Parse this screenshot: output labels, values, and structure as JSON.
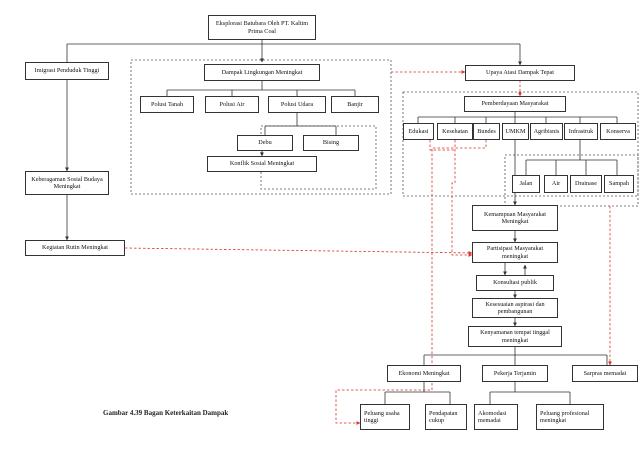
{
  "caption": "Gambar 4.39 Bagan Keterkaitan Dampak",
  "nodes": {
    "root": "Eksplorasi Batubara Oleh PT. Kaltim Prima Coal",
    "imigrasi": "Imigrasi Penduduk Tinggi",
    "keberagaman": "Keberagaman Sosial Budaya Meningkat",
    "kegiatan": "Kegiatan Rutin Meningkat",
    "dampak": "Dampak Lingkungan Meningkat",
    "polusi_tanah": "Polusi Tanah",
    "polusi_air": "Polusi Air",
    "polusi_udara": "Polusi Udara",
    "banjir": "Banjir",
    "debu": "Debu",
    "bising": "Bising",
    "konflik": "Konflik Sosial Meningkat",
    "upaya": "Upaya Atasi Dampak Tepat",
    "pemberdayaan": "Pemberdayaan Masyarakat",
    "edukasi": "Edukasi",
    "kesehatan": "Kesehatan",
    "bundes": "Bundes",
    "umkm": "UMKM",
    "agribisnis": "Agribisnis",
    "infrastruk": "Infrastruk",
    "konserva": "Konserva",
    "jalan": "Jalan",
    "air": "Air",
    "drainase": "Drainase",
    "sampah": "Sampah",
    "kemampuan": "Kemampuan Masyarakat Meningkat",
    "partisipasi": "Partisipasi Masyarakat meningkat",
    "konsultasi": "Konsultasi publik",
    "kesesuaian": "Kesesuaian aspirasi dan pembangunan",
    "kenyamanan": "Kenyamanan tempat tinggal meningkat",
    "ekonomi": "Ekonomi Meningkat",
    "pekerja": "Pekerja Terjamin",
    "sarpras": "Sarpras memadai",
    "peluang_usaha": "Peluang usaha tinggi",
    "pendapatan": "Pendapatan cukup",
    "akomodasi": "Akomodasi memadai",
    "peluang_profesional": "Peluang profesional meningkat"
  },
  "colors": {
    "solid_line": "#333333",
    "dashed_line": "#d9342b",
    "group_border": "#555555"
  }
}
